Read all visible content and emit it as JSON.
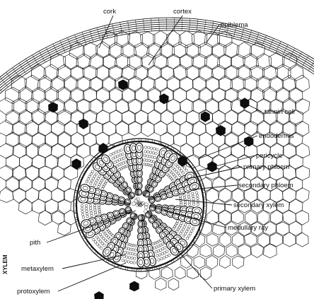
{
  "labels": {
    "cork": "cork",
    "cortex": "cortex",
    "epiblema": "epiblema",
    "tannin_cell": "tannin cell",
    "endodermis": "endodermis",
    "pericycle": "pericycle",
    "primary_phloem": "primary phloem",
    "secondary_phloem": "secondary phloem",
    "secondary_xylem": "secondary xylem",
    "medullary_ray": "medullary ray",
    "primary_xylem": "primary xylem",
    "pith": "pith",
    "metaxylem": "metaxylem",
    "protoxylem": "protoxylem"
  },
  "side_label": "XYLEM"
}
